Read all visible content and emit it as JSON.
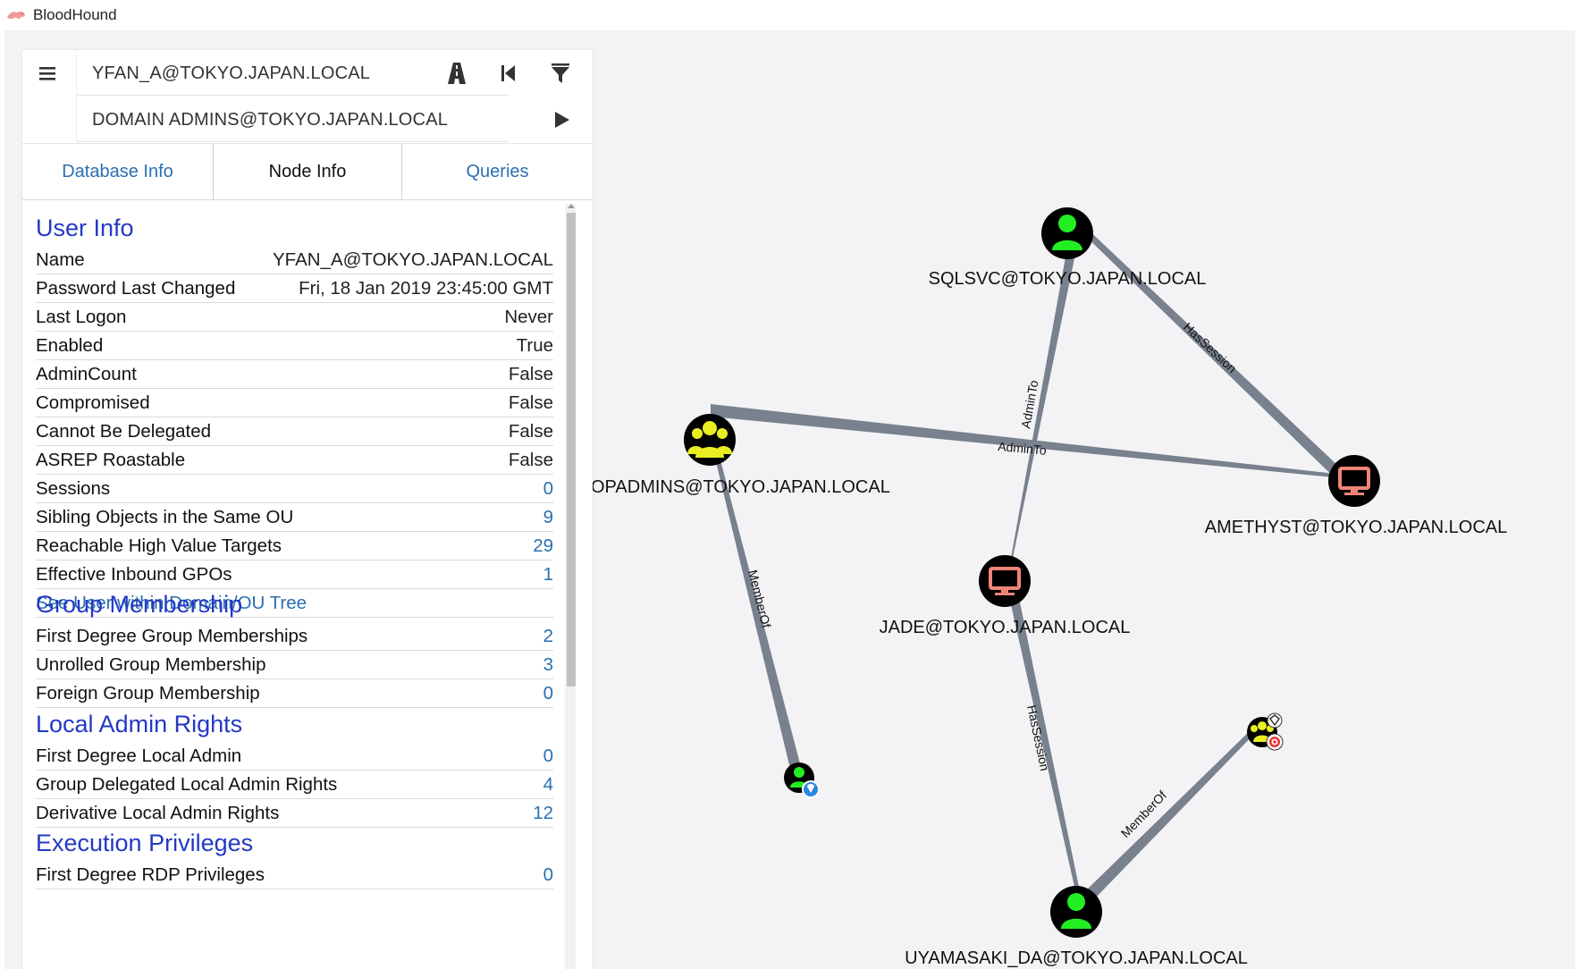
{
  "window": {
    "title": "BloodHound"
  },
  "search": {
    "start_node": "YFAN_A@TOKYO.JAPAN.LOCAL",
    "target_node": "DOMAIN ADMINS@TOKYO.JAPAN.LOCAL"
  },
  "toolbar_icons": [
    "pathfinding-road-icon",
    "back-icon",
    "filter-icon",
    "play-icon",
    "menu-icon"
  ],
  "tabs": [
    {
      "label": "Database Info",
      "active": false
    },
    {
      "label": "Node Info",
      "active": true
    },
    {
      "label": "Queries",
      "active": false
    }
  ],
  "user_info": {
    "title": "User Info",
    "rows": [
      {
        "label": "Name",
        "value": "YFAN_A@TOKYO.JAPAN.LOCAL",
        "link": false
      },
      {
        "label": "Password Last Changed",
        "value": "Fri, 18 Jan 2019 23:45:00 GMT",
        "link": false
      },
      {
        "label": "Last Logon",
        "value": "Never",
        "link": false
      },
      {
        "label": "Enabled",
        "value": "True",
        "link": false
      },
      {
        "label": "AdminCount",
        "value": "False",
        "link": false
      },
      {
        "label": "Compromised",
        "value": "False",
        "link": false
      },
      {
        "label": "Cannot Be Delegated",
        "value": "False",
        "link": false
      },
      {
        "label": "ASREP Roastable",
        "value": "False",
        "link": false
      },
      {
        "label": "Sessions",
        "value": "0",
        "link": true
      },
      {
        "label": "Sibling Objects in the Same OU",
        "value": "9",
        "link": true
      },
      {
        "label": "Reachable High Value Targets",
        "value": "29",
        "link": true
      },
      {
        "label": "Effective Inbound GPOs",
        "value": "1",
        "link": true
      }
    ],
    "tree_link": "See User within Domain/OU Tree"
  },
  "group_membership": {
    "title": "Group Membership",
    "rows": [
      {
        "label": "First Degree Group Memberships",
        "value": "2"
      },
      {
        "label": "Unrolled Group Membership",
        "value": "3"
      },
      {
        "label": "Foreign Group Membership",
        "value": "0"
      }
    ]
  },
  "local_admin": {
    "title": "Local Admin Rights",
    "rows": [
      {
        "label": "First Degree Local Admin",
        "value": "0"
      },
      {
        "label": "Group Delegated Local Admin Rights",
        "value": "4"
      },
      {
        "label": "Derivative Local Admin Rights",
        "value": "12"
      }
    ]
  },
  "execution": {
    "title": "Execution Privileges",
    "rows": [
      {
        "label": "First Degree RDP Privileges",
        "value": "0"
      }
    ]
  },
  "graph": {
    "nodes": [
      {
        "id": "sqlsvc",
        "type": "user",
        "label": "SQLSVC@TOKYO.JAPAN.LOCAL"
      },
      {
        "id": "desktopadmins",
        "type": "group",
        "label": "OPADMINS@TOKYO.JAPAN.LOCAL"
      },
      {
        "id": "amethyst",
        "type": "computer",
        "label": "AMETHYST@TOKYO.JAPAN.LOCAL"
      },
      {
        "id": "jade",
        "type": "computer",
        "label": "JADE@TOKYO.JAPAN.LOCAL"
      },
      {
        "id": "yfan",
        "type": "user-start",
        "label": ""
      },
      {
        "id": "domainadmins",
        "type": "group-target",
        "label": ""
      },
      {
        "id": "uyamasaki",
        "type": "user",
        "label": "UYAMASAKI_DA@TOKYO.JAPAN.LOCAL"
      }
    ],
    "edges": [
      {
        "from": "sqlsvc",
        "to": "jade",
        "label": "AdminTo"
      },
      {
        "from": "sqlsvc",
        "to": "amethyst",
        "label": "HasSession"
      },
      {
        "from": "desktopadmins",
        "to": "amethyst",
        "label": "AdminTo"
      },
      {
        "from": "desktopadmins",
        "to": "yfan",
        "label": "MemberOf"
      },
      {
        "from": "jade",
        "to": "uyamasaki",
        "label": "HasSession"
      },
      {
        "from": "uyamasaki",
        "to": "domainadmins",
        "label": "MemberOf"
      }
    ],
    "colors": {
      "user": "#22ee22",
      "group": "#e8ee22",
      "computer": "#ef8577",
      "node_bg": "#000000",
      "edge": "#78818d"
    }
  }
}
